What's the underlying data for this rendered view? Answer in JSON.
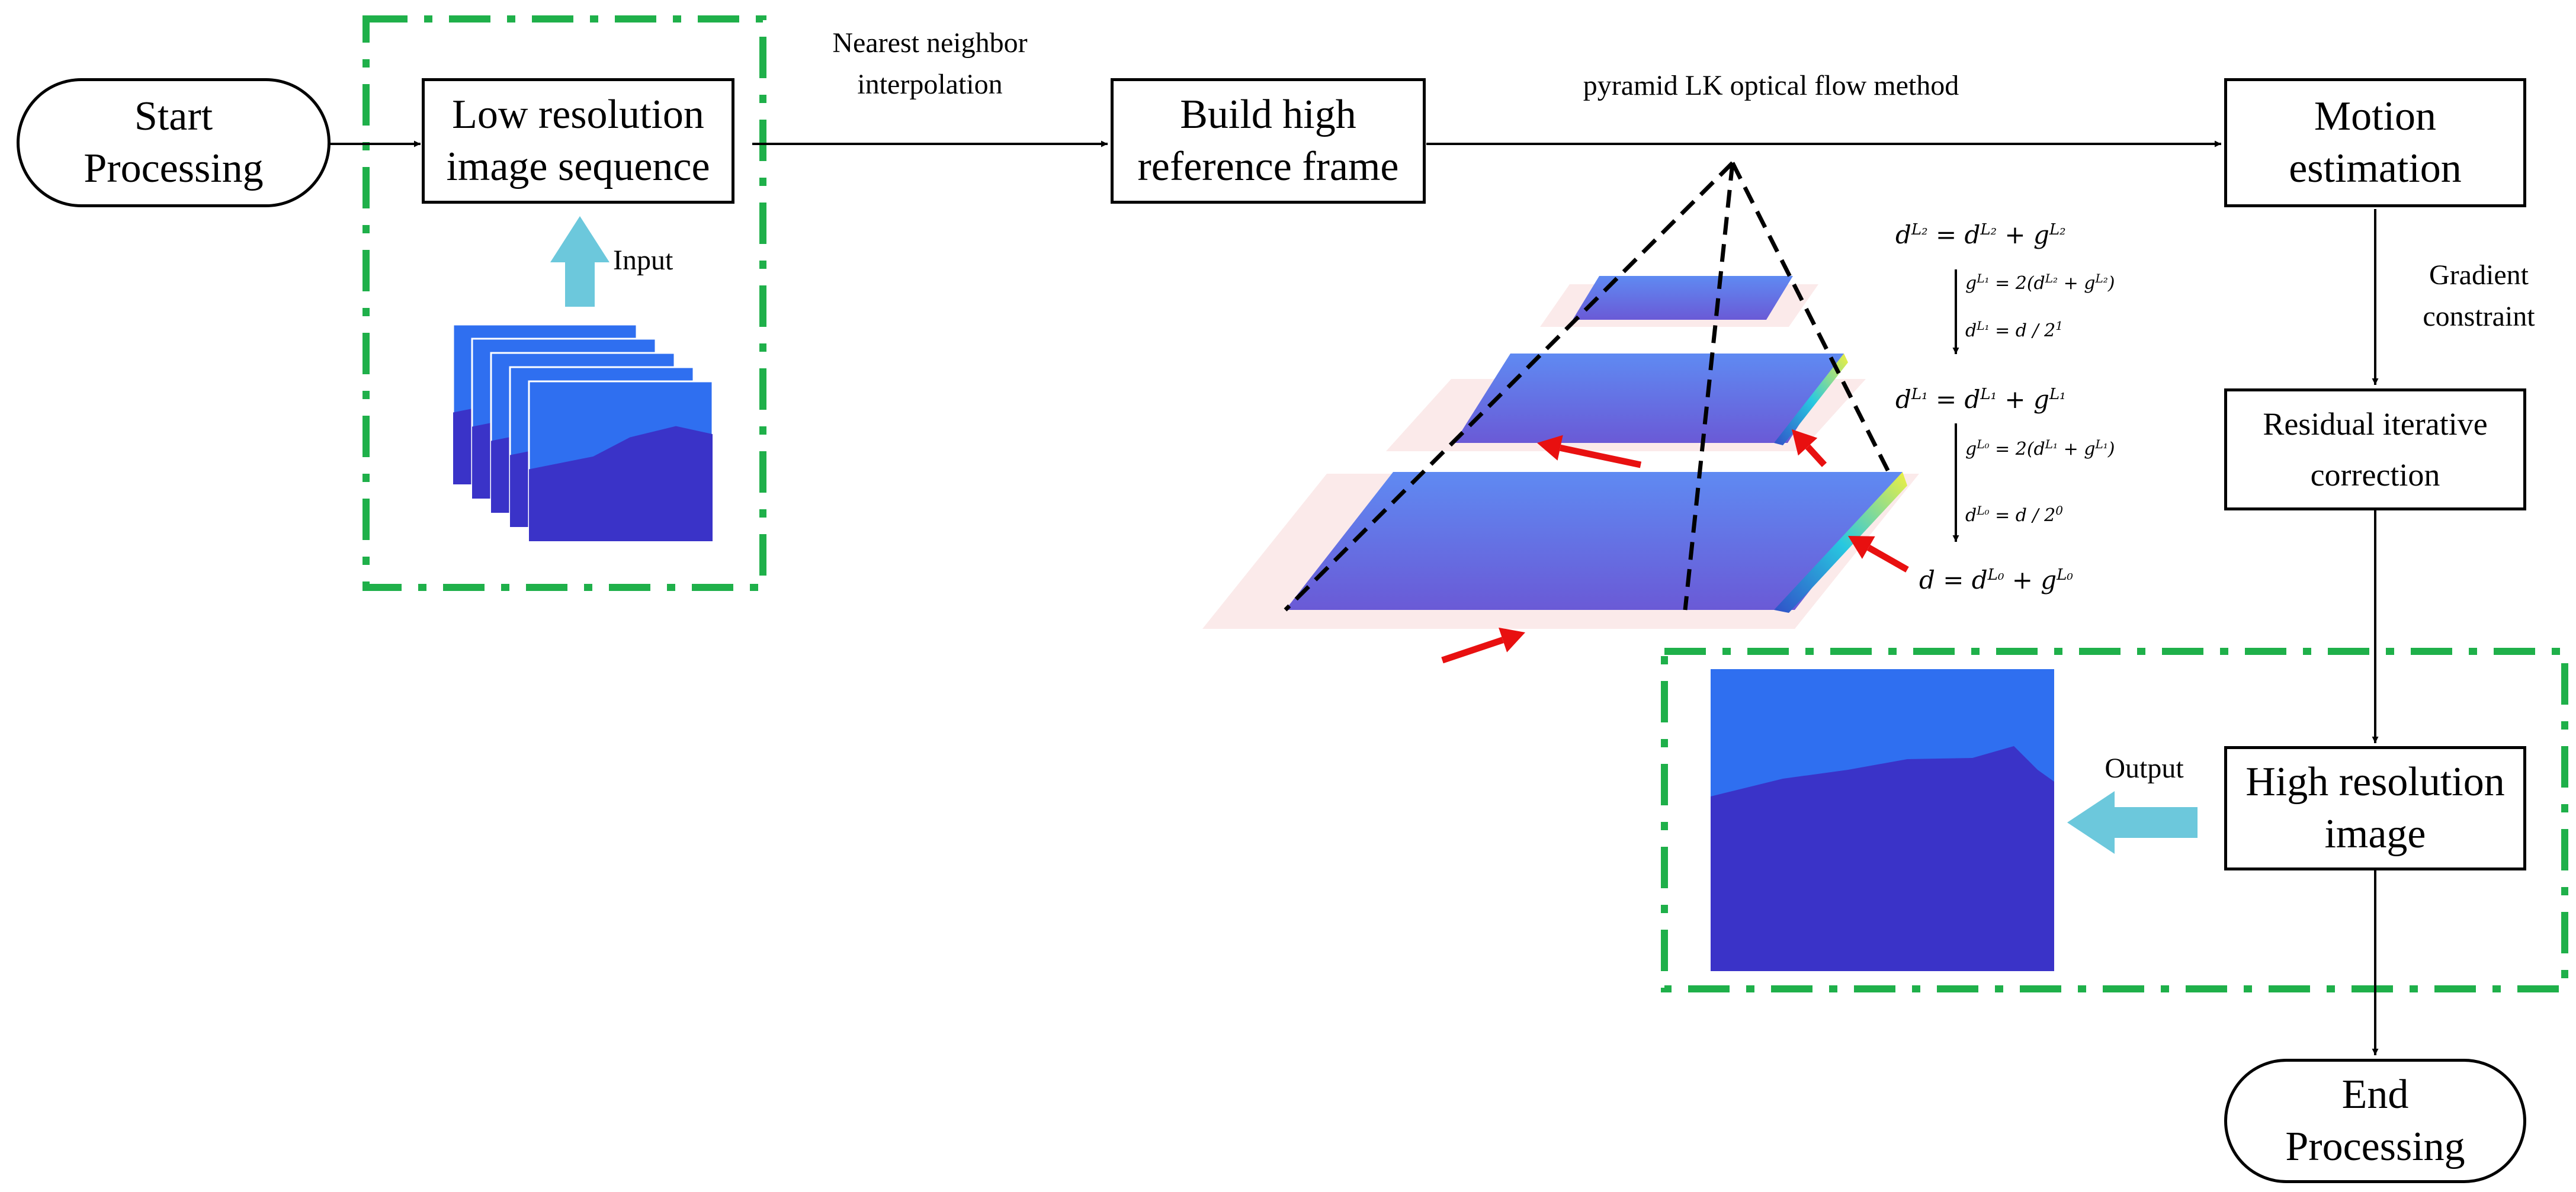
{
  "nodes": {
    "start": "Start\nProcessing",
    "low_res": "Low resolution\nimage sequence",
    "build_ref": "Build high\nreference frame",
    "motion": "Motion\nestimation",
    "residual": "Residual iterative\ncorrection",
    "high_res": "High resolution\nimage",
    "end": "End\nProcessing"
  },
  "edges": {
    "nearest": "Nearest neighbor\ninterpolation",
    "pyramid": "pyramid LK optical flow method",
    "gradient": "Gradient\nconstraint",
    "input": "Input",
    "output": "Output"
  },
  "equations": {
    "d_L2": "d^L2 = d^L2 + g^L2",
    "g_L1": "g^L1 = 2(d^L2 + g^L2)",
    "d_L1_frac": "d^L1 = d / 2^1",
    "d_L1": "d^L1 = d^L1 + g^L1",
    "g_L0": "g^L0 = 2(d^L1 + g^L1)",
    "d_L0_frac": "d^L0 = d / 2^0",
    "d_final": "d = d^L0 + g^L0"
  },
  "colors": {
    "frame_dash": "#1fb04a",
    "io_arrow": "#6cc8dc",
    "flow_arrow": "#e81010",
    "image_top": "#2f6ff0",
    "image_bottom": "#3a33c8",
    "layer": "#7a86f0"
  }
}
